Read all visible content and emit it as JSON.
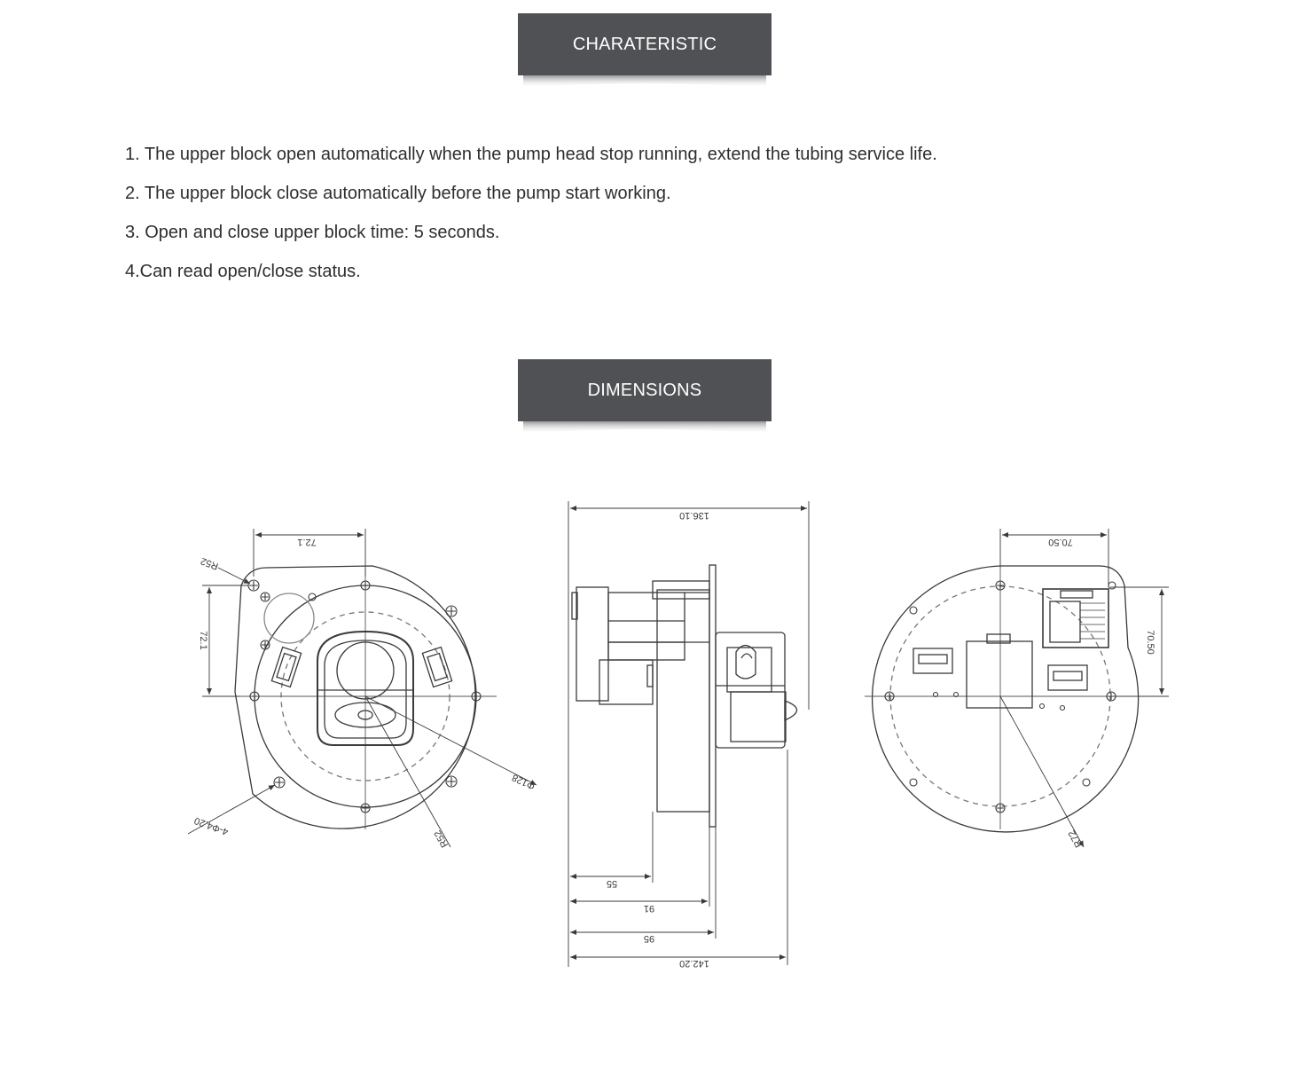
{
  "sections": {
    "characteristic_title": "CHARATERISTIC",
    "dimensions_title": "DIMENSIONS"
  },
  "characteristics": [
    "1. The upper block open automatically when the pump head stop running, extend the tubing service life.",
    "2. The upper block close automatically before the pump start working.",
    "3. Open and close upper block time: 5 seconds.",
    "4.Can read open/close status."
  ],
  "dimensions": {
    "front_view": {
      "top_width": "72.1",
      "left_height": "72.1",
      "corner_radius": "R52",
      "hole_callout": "4-Φ4.20",
      "diameter": "Φ128",
      "radius": "R52"
    },
    "side_view": {
      "top_length": "136.10",
      "dim_1": "55",
      "dim_2": "91",
      "dim_3": "95",
      "bottom_length": "142.20"
    },
    "back_view": {
      "top_width": "70.50",
      "right_height": "70.50",
      "radius": "R72"
    }
  },
  "colors": {
    "banner_bg": "#505155",
    "banner_text": "#ffffff",
    "body_text": "#2e2e2e",
    "drawing_line": "#3a3a3a"
  }
}
